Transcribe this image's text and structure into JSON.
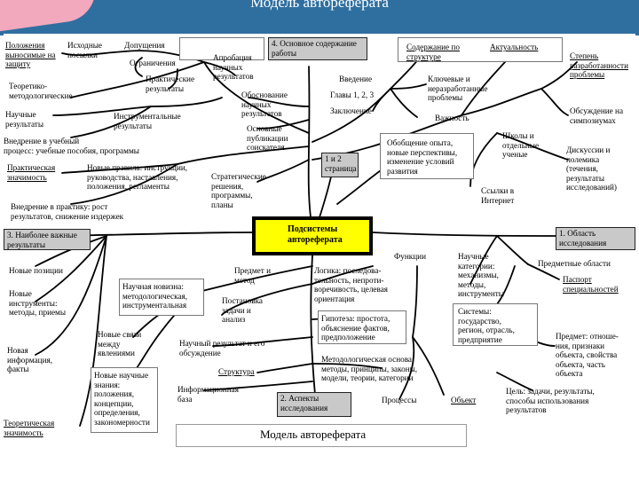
{
  "slide": {
    "title": "Модель автореферата",
    "footer": "Модель автореферата",
    "center": "Подсистемы\nавтореферата"
  },
  "tags": {
    "content": "4. Основное содержание\nработы",
    "pages": "1 и 2\nстраница",
    "important": "3. Наиболее важные\nрезультаты",
    "research": "1. Область\nисследования",
    "aspects": "2. Аспекты\nисследования"
  },
  "nodes": {
    "polozheniya": "Положения\nвыносимые на\nзащиту",
    "iskhodnye": "Исходные\nпосылки",
    "dopushcheniya": "Допущения",
    "ogranicheniya": "Ограничения",
    "aprobaciya": "Апробация\nнаучных\nрезультатов",
    "teoretiko": "Теоретико-\nметодологические",
    "prakticheskie_rez": "Практические\nрезультаты",
    "nauchnye_rez": "Научные\nрезультаты",
    "instrumentalnye": "Инструментальные\nрезультаты",
    "obosnovanie": "Обоснование\nнаучных\nрезультатов",
    "osnovnye_publ": "Основные\nпубликации\nсоискателя",
    "vnedrenie_uch": "Внедрение в учебный\nпроцесс: учебные пособия, программы",
    "prakt_znach": "Практическая\nзначимость",
    "novye_pravila": "Новые правила: инструкции,\nруководства, наставления,\nположения, регламенты",
    "vnedrenie_prakt": "Внедрение в практику: рост\nрезультатов, снижение издержек",
    "strategicheskie": "Стратегические\nрешения,\nпрограммы,\nпланы",
    "soderzhanie_str": "Содержание по\nструктуре",
    "vvedenie": "Введение",
    "glavy": "Главы 1, 2, 3",
    "zaklyuchenie": "Заключение",
    "klyuchevye": "Ключевые и\nнеразработанные\nпроблемы",
    "vazhnost": "Важность",
    "obobshchenie": "Обобщение опыта,\nновые перспективы,\nизменение условий\nразвития",
    "aktualnost": "Актуальность",
    "stepen": "Степень\nразработанности\nпроблемы",
    "obsuzhdenie": "Обсуждение на\nсимпозиумах",
    "shkoly": "Школы и\nотдельные\nученые",
    "diskussii": "Дискуссии и\nполемика\n(течения,\nрезультаты\nисследований)",
    "ssylki": "Ссылки в\nИнтернет",
    "novye_pozicii": "Новые позиции",
    "novye_instr": "Новые\nинструменты:\nметоды, приемы",
    "novaya_info": "Новая\nинформация,\nфакты",
    "teor_znach": "Теоретическая\nзначимость",
    "nauch_novizna": "Научная новизна:\nметодологическая,\nинструментальная",
    "novye_svyazi": "Новые связи\nмежду\nявлениями",
    "novye_znaniya": "Новые научные\nзнания:\nположения,\nконцепции,\nопределения,\nзакономерности",
    "predmet_metod": "Предмет и\nметод",
    "postanovka": "Постановка\nзадачи и\nанализ",
    "nauch_rez_obs": "Научный результат и его\nобсуждение",
    "struktura": "Структура",
    "info_baza": "Информационная\nбаза",
    "logika": "Логика: последова-\nтельность, непроти-\nворечивость, целевая\nориентация",
    "gipoteza": "Гипотеза: простота,\nобъяснение фактов,\nпредположение",
    "metod_osnova": "Методологическая основа:\nметоды, принципы, законы,\nмодели, теории, категории",
    "processy": "Процессы",
    "obekt": "Объект",
    "funkcii": "Функции",
    "nauch_kategorii": "Научные\nкатегории:\nмеханизмы,\nметоды,\nинструменты",
    "sistemy": "Системы:\nгосударство,\nрегион, отрасль,\nпредприятие",
    "predmetnye": "Предметные области",
    "pasport": "Паспорт\nспециальностей",
    "predmet": "Предмет: отноше-\nния, признаки\nобъекта, свойства\nобъекта, часть\nобъекта",
    "cel": "Цель: задачи, результаты,\nспособы использования\nрезультатов"
  }
}
